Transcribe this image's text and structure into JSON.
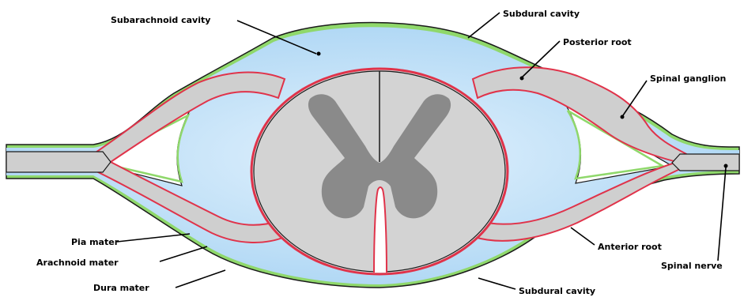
{
  "labels": {
    "subarachnoid_cavity": "Subarachnoid cavity",
    "subdural_cavity_top": "Subdural cavity",
    "posterior_root": "Posterior root",
    "spinal_ganglion": "Spinal ganglion",
    "spinal_nerve": "Spinal nerve",
    "anterior_root": "Anterior root",
    "subdural_cavity_bottom": "Subdural cavity",
    "pia_mater": "Pia mater",
    "arachnoid_mater": "Arachnoid mater",
    "dura_mater": "Dura mater"
  },
  "colors": {
    "csf_blue": "#a9d6f5",
    "csf_blue_light": "#d6ecfb",
    "dura_green": "#8fd86b",
    "arachnoid_blue": "#5b8fd8",
    "pia_red": "#e0334a",
    "cord_white_matter": "#d3d3d3",
    "grey_matter": "#8a8a8a",
    "nerve_grey": "#cfcfcf",
    "outline": "#1a1a1a"
  }
}
